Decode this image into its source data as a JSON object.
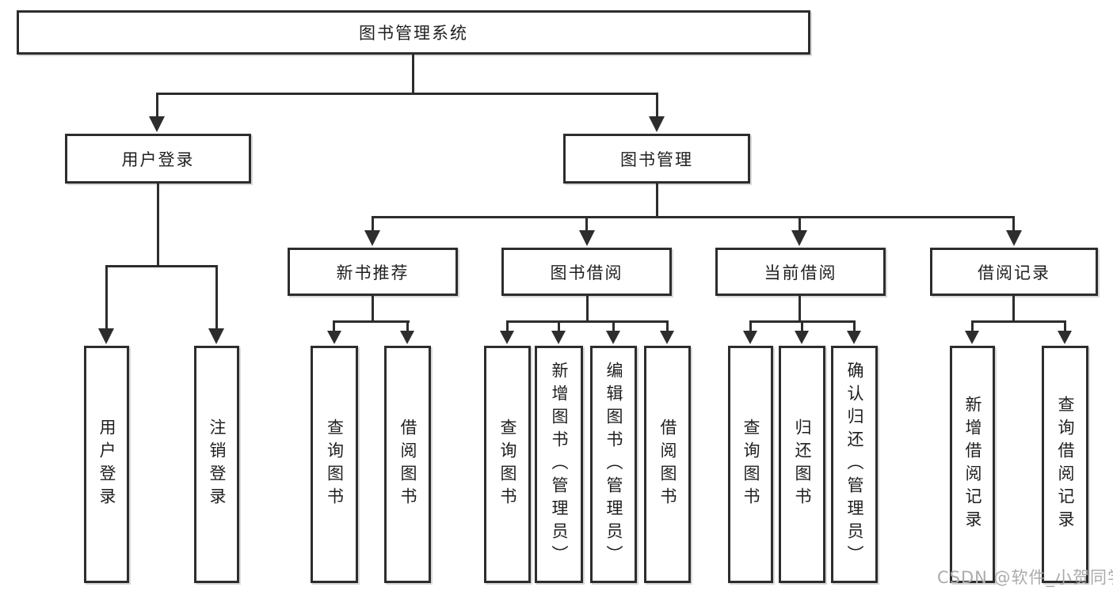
{
  "diagram": {
    "type": "hierarchy-tree",
    "root": {
      "label": "图书管理系统"
    },
    "level2": [
      {
        "id": "user-login",
        "label": "用户登录",
        "parent": "图书管理系统"
      },
      {
        "id": "book-management",
        "label": "图书管理",
        "parent": "图书管理系统"
      }
    ],
    "level3": [
      {
        "id": "new-book-recommend",
        "label": "新书推荐",
        "parent": "图书管理"
      },
      {
        "id": "book-borrow",
        "label": "图书借阅",
        "parent": "图书管理"
      },
      {
        "id": "current-borrow",
        "label": "当前借阅",
        "parent": "图书管理"
      },
      {
        "id": "borrow-records",
        "label": "借阅记录",
        "parent": "图书管理"
      }
    ],
    "leaves": [
      {
        "label": "用户登录",
        "parent": "用户登录"
      },
      {
        "label": "注销登录",
        "parent": "用户登录"
      },
      {
        "label": "查询图书",
        "parent": "新书推荐"
      },
      {
        "label": "借阅图书",
        "parent": "新书推荐"
      },
      {
        "label": "查询图书",
        "parent": "图书借阅"
      },
      {
        "label": "新增图书（管理员）",
        "parent": "图书借阅"
      },
      {
        "label": "编辑图书（管理员）",
        "parent": "图书借阅"
      },
      {
        "label": "借阅图书",
        "parent": "图书借阅"
      },
      {
        "label": "查询图书",
        "parent": "当前借阅"
      },
      {
        "label": "归还图书",
        "parent": "当前借阅"
      },
      {
        "label": "确认归还（管理员）",
        "parent": "当前借阅"
      },
      {
        "label": "新增借阅记录",
        "parent": "借阅记录"
      },
      {
        "label": "查询借阅记录",
        "parent": "借阅记录"
      }
    ]
  },
  "watermark": {
    "text": "CSDN @软件_小贺同学"
  },
  "colors": {
    "line": "#2d2d2d",
    "box_border": "#2d2d2d",
    "text": "#1f1f1f",
    "background": "#ffffff",
    "watermark": "#ababab"
  }
}
